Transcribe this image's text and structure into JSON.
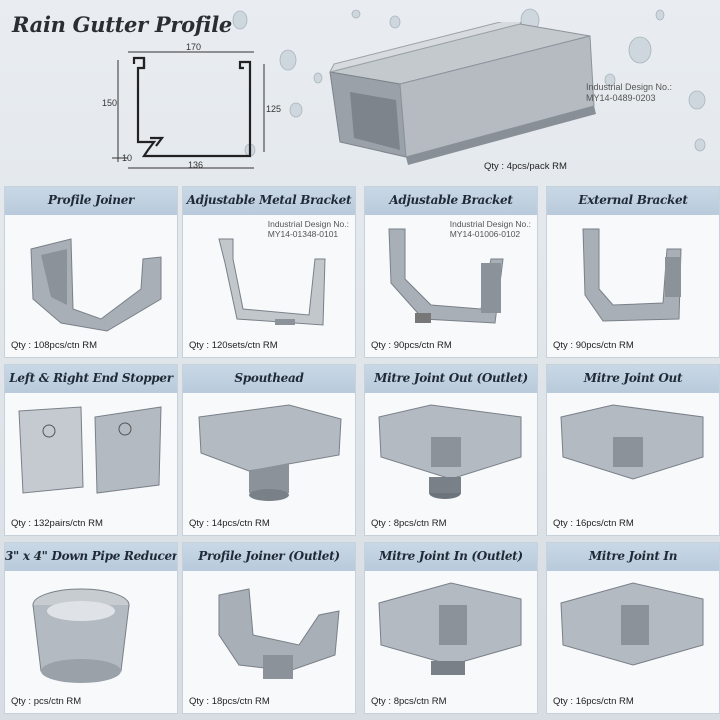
{
  "hero": {
    "title": "Rain Gutter Profile",
    "dims": {
      "top": "170",
      "left": "150",
      "right": "125",
      "bottom_left": "10",
      "bottom": "136"
    },
    "design_label": "Industrial Design No.:",
    "design_no": "MY14-0489-0203",
    "qty": "Qty : 4pcs/pack RM"
  },
  "products": [
    {
      "title": "Profile Joiner",
      "qty": "Qty : 108pcs/ctn RM",
      "design_label": "",
      "design_no": ""
    },
    {
      "title": "Adjustable Metal Bracket",
      "qty": "Qty : 120sets/ctn RM",
      "design_label": "Industrial Design No.:",
      "design_no": "MY14-01348-0101"
    },
    {
      "title": "Adjustable Bracket",
      "qty": "Qty : 90pcs/ctn RM",
      "design_label": "Industrial Design No.:",
      "design_no": "MY14-01006-0102"
    },
    {
      "title": "External Bracket",
      "qty": "Qty : 90pcs/ctn RM",
      "design_label": "",
      "design_no": ""
    },
    {
      "title": "Left & Right End Stopper",
      "qty": "Qty : 132pairs/ctn RM",
      "design_label": "",
      "design_no": ""
    },
    {
      "title": "Spouthead",
      "qty": "Qty : 14pcs/ctn RM",
      "design_label": "",
      "design_no": ""
    },
    {
      "title": "Mitre Joint Out (Outlet)",
      "qty": "Qty : 8pcs/ctn RM",
      "design_label": "",
      "design_no": ""
    },
    {
      "title": "Mitre Joint Out",
      "qty": "Qty : 16pcs/ctn RM",
      "design_label": "",
      "design_no": ""
    },
    {
      "title": "3\" x 4\" Down Pipe Reducer",
      "qty": "Qty :      pcs/ctn RM",
      "design_label": "",
      "design_no": ""
    },
    {
      "title": "Profile Joiner (Outlet)",
      "qty": "Qty : 18pcs/ctn RM",
      "design_label": "",
      "design_no": ""
    },
    {
      "title": "Mitre Joint In (Outlet)",
      "qty": "Qty : 8pcs/ctn RM",
      "design_label": "",
      "design_no": ""
    },
    {
      "title": "Mitre Joint In",
      "qty": "Qty : 16pcs/ctn RM",
      "design_label": "",
      "design_no": ""
    }
  ],
  "colors": {
    "accent_header": "#b8cadb",
    "product_grey": "#a9afb6",
    "title_text": "#1f2a36"
  },
  "icons": [
    "gutter-profile-drawing-icon",
    "gutter-length-icon",
    "water-droplet-icon"
  ]
}
